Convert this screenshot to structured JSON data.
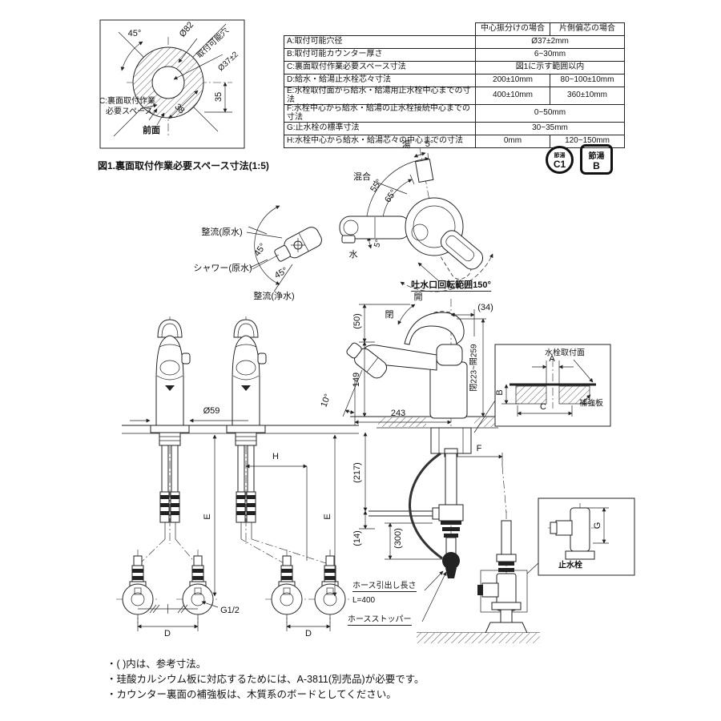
{
  "colors": {
    "ink": "#222222",
    "bg": "#ffffff"
  },
  "spec_table": {
    "col1_header": "中心振分けの場合",
    "col2_header": "片側偏芯の場合",
    "rows": [
      {
        "label": "A:取付可能穴径",
        "v1": "Ø37±2mm",
        "v2": null
      },
      {
        "label": "B:取付可能カウンター厚さ",
        "v1": "6~30mm",
        "v2": null
      },
      {
        "label": "C:裏面取付作業必要スペース寸法",
        "v1": "図1に示す範囲以内",
        "v2": null
      },
      {
        "label": "D:給水・給湯止水栓芯々寸法",
        "v1": "200±10mm",
        "v2": "80~100±10mm"
      },
      {
        "label": "E:水栓取付面から給水・給湯用止水栓中心までの寸法",
        "v1": "400±10mm",
        "v2": "360±10mm"
      },
      {
        "label": "F:水栓中心から給水・給湯の止水栓接続中心までの寸法",
        "v1": "0~50mm",
        "v2": null
      },
      {
        "label": "G:止水栓の標準寸法",
        "v1": "30~35mm",
        "v2": null
      },
      {
        "label": "H:水栓中心から給水・給湯芯々の中心までの寸法",
        "v1": "0mm",
        "v2": "120~150mm"
      }
    ]
  },
  "fig1": {
    "angle45": "45°",
    "dia82": "Ø82",
    "hole_label": "取付可能穴",
    "dia37": "Ø37±2",
    "c_space_line1": "C:裏面取付作業",
    "c_space_line2": "必要スペース",
    "front": "前面",
    "dim35": "35",
    "dim38": "38",
    "caption": "図1.裏面取付作業必要スペース寸法(1:5)"
  },
  "badges": {
    "c1_small": "節湯",
    "c1_big": "C1",
    "b_small": "節湯",
    "b_big": "B"
  },
  "top_view": {
    "hot": "湯",
    "hot_angle": "5°",
    "mix": "混合",
    "angle55": "55°",
    "angle65": "65°",
    "cold": "水",
    "cold_angle": "5°",
    "rotation_range": "吐水口回転範囲150°"
  },
  "spray": {
    "stream_raw": "整流(原水)",
    "shower_raw": "シャワー(原水)",
    "stream_pure": "整流(浄水)",
    "angle1": "45°",
    "angle2": "45°"
  },
  "side_view": {
    "dim50": "(50)",
    "open": "開",
    "close": "閉",
    "dim34": "(34)",
    "dim149": "149",
    "dim243": "243",
    "lever_range": "閉223~開259",
    "dim217": "(217)",
    "dim14": "(14)",
    "dim300": "(300)",
    "f": "F",
    "h": "H",
    "e1": "E",
    "e2": "E",
    "dia59": "Ø59",
    "angle10": "10°",
    "g_half": "G1/2",
    "d1": "D",
    "d2": "D",
    "hose_len_label": "ホース引出し長さ",
    "hose_len_value": "L=400",
    "hose_stopper": "ホースストッパー"
  },
  "mount_inset": {
    "surface": "水栓取付面",
    "board": "補強板",
    "a": "A",
    "b": "B",
    "c": "C"
  },
  "valve_inset": {
    "g": "G",
    "valve": "止水栓"
  },
  "notes": [
    "・( )内は、参考寸法。",
    "・珪酸カルシウム板に対応するためには、A-3811(別売品)が必要です。",
    "・カウンター裏面の補強板は、木質系のボードとしてください。"
  ]
}
